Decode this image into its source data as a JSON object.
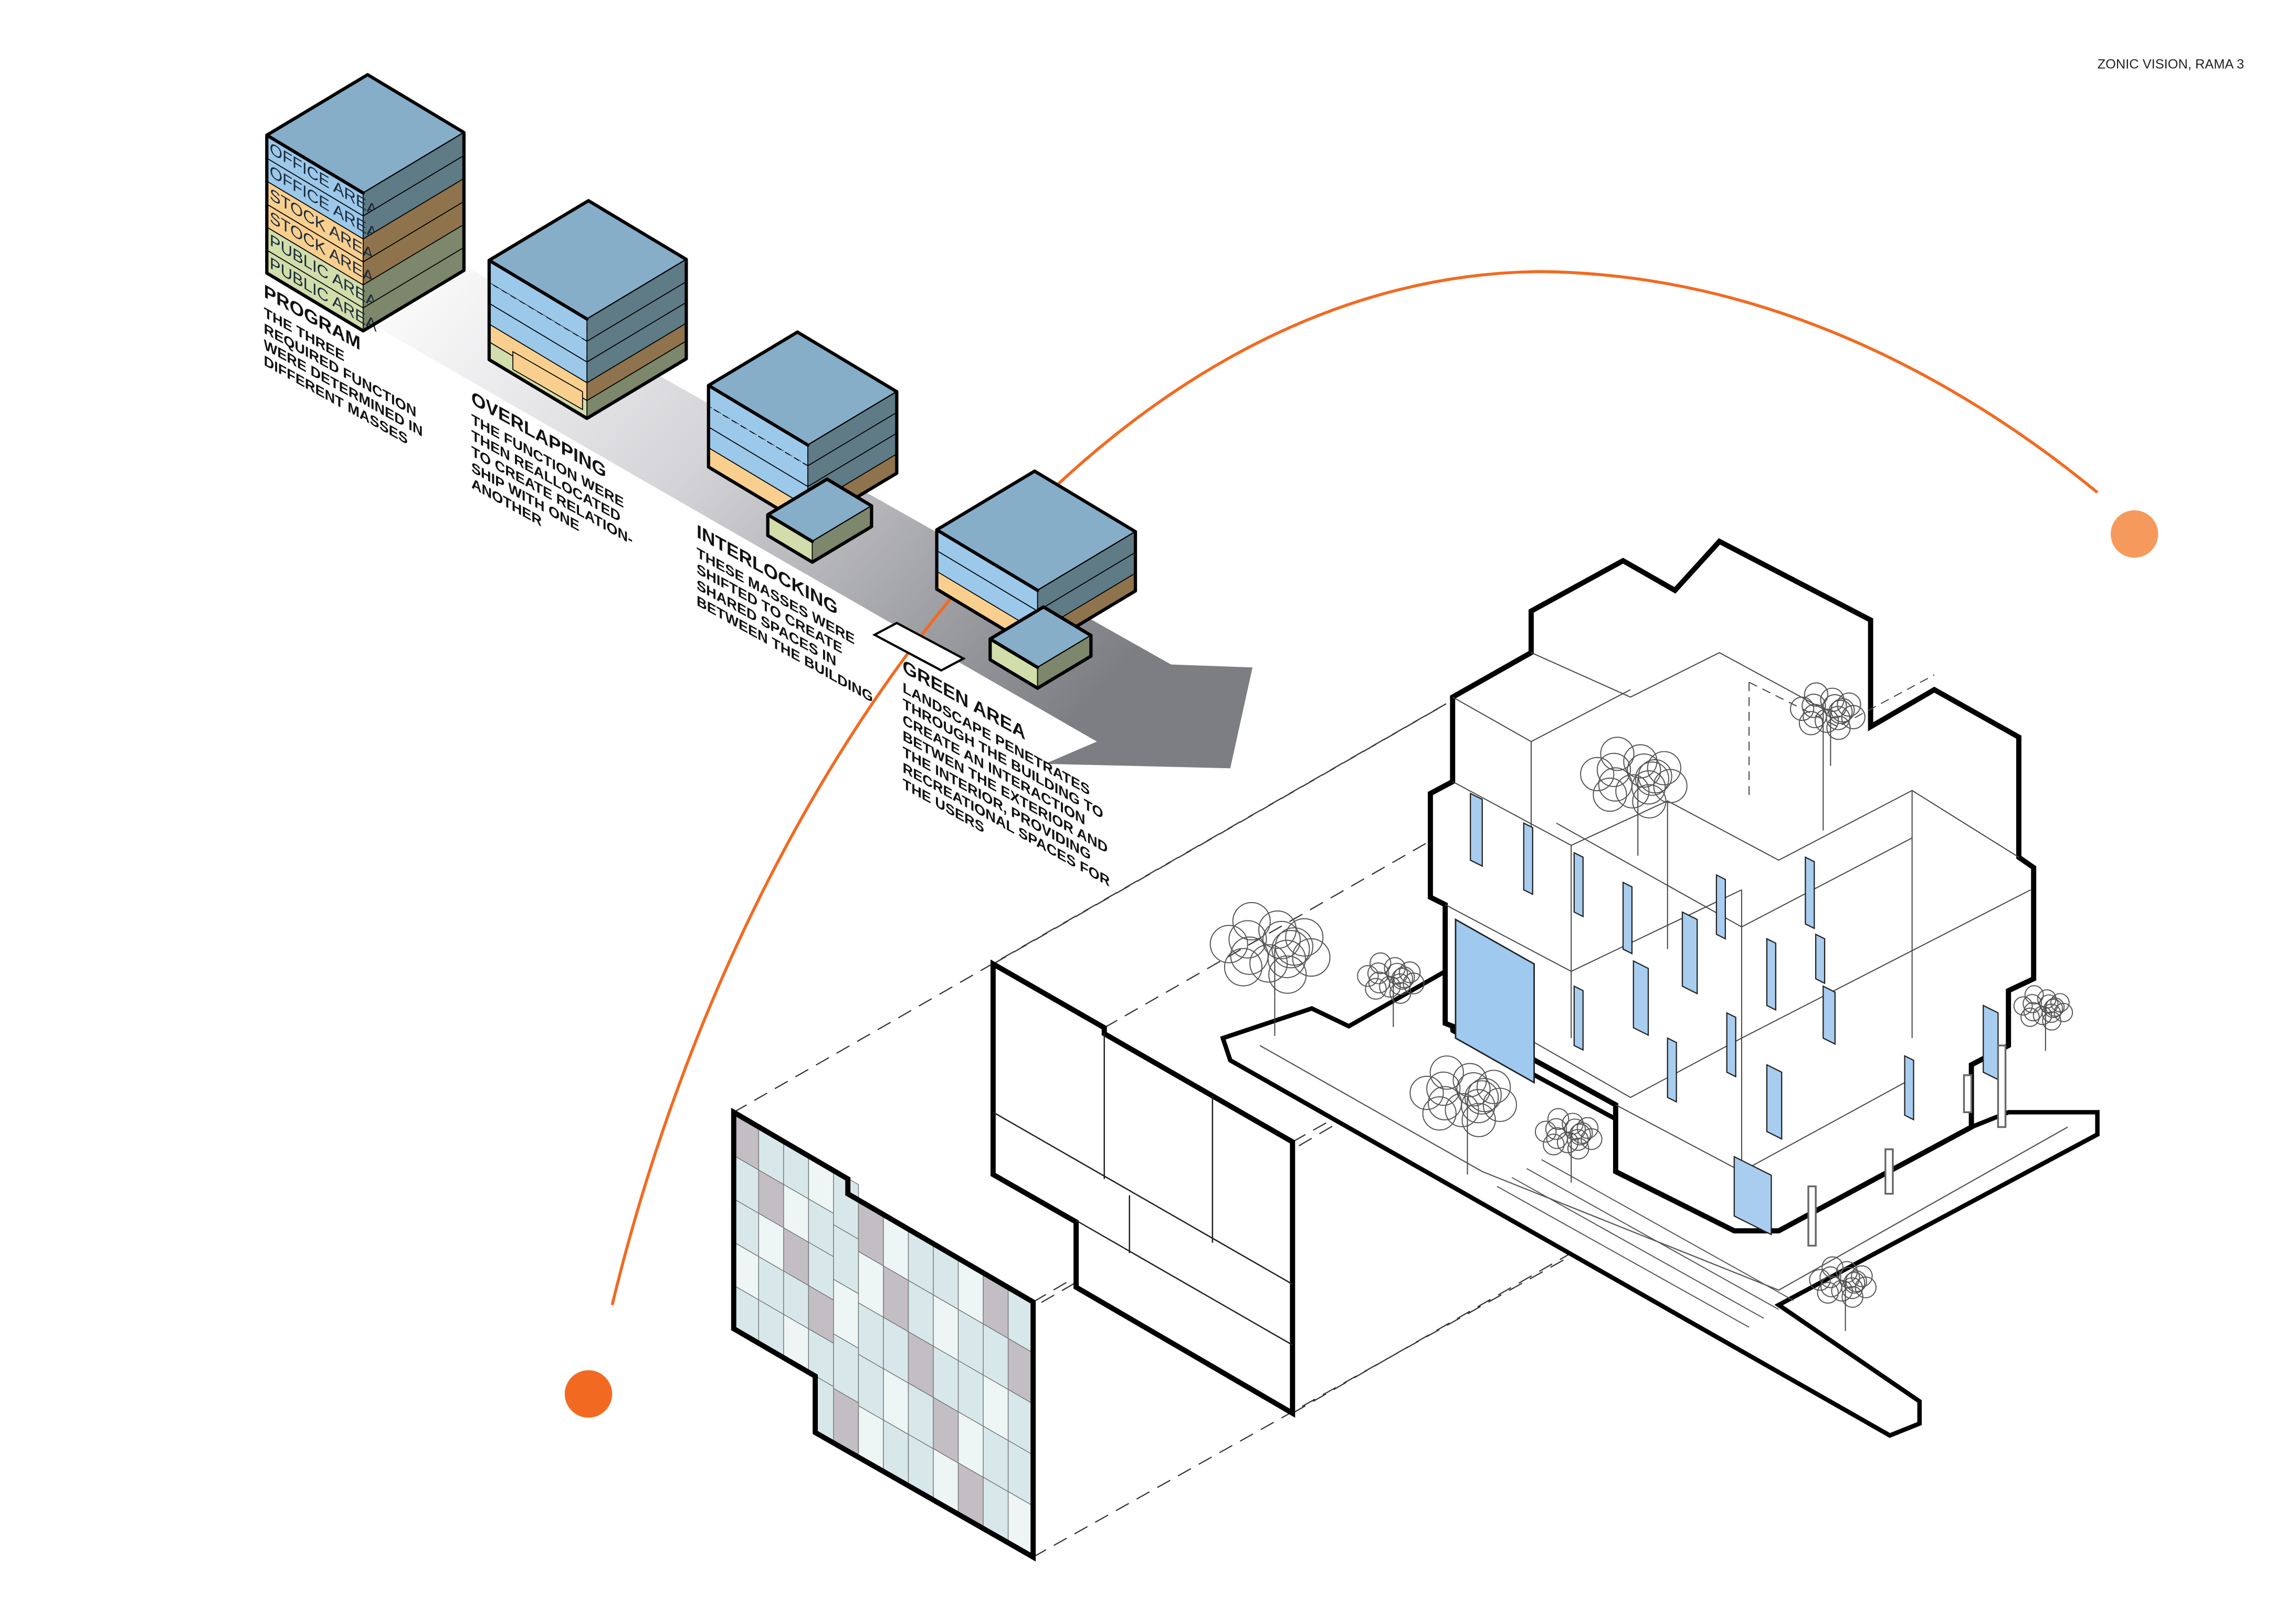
{
  "header": {
    "title": "ZONIC VISION, RAMA 3"
  },
  "colors": {
    "office_front": "#9cc8ea",
    "office_side": "#5f7b85",
    "top": "#87aec8",
    "stock_front": "#f9cf8f",
    "stock_side": "#8f734c",
    "public_front": "#d1ddab",
    "public_side": "#7c876b",
    "accent_orange": "#f26a21",
    "window_blue": "#a8cdef",
    "panel_gray": "#c3bec4",
    "panel_glass": "#d8e8ea"
  },
  "program_layers": [
    "OFFICE AREA",
    "OFFICE AREA",
    "STOCK AREA",
    "STOCK AREA",
    "PUBLIC AREA",
    "PUBLIC AREA"
  ],
  "captions": [
    {
      "title": "PROGRAM",
      "lines": [
        "THE THREE",
        "REQUIRED FUNCTION",
        "WERE DETERMINED IN",
        "DIFFERENT MASSES"
      ]
    },
    {
      "title": "OVERLAPPING",
      "lines": [
        "THE FUNCTION WERE",
        "THEN  REALLOCATED",
        "TO CREATE RELATION-",
        "SHIP WITH ONE",
        "ANOTHER"
      ]
    },
    {
      "title": "INTERLOCKING",
      "lines": [
        "THESE MASSES  WERE",
        "SHIFTED TO CREATE",
        "SHARED SPACES IN",
        "BETWEEN THE BUILDING"
      ]
    },
    {
      "title": "GREEN AREA",
      "lines": [
        "LANDSCAPE PENETRATES",
        "THROUGH THE BUILDING TO",
        "CREATE AN INTERACTION",
        "BETWEN THE EXTERIOR AND",
        "THE INTERIOR, PROVIDING",
        "RECREATIONAL SPACES FOR",
        "THE USERS"
      ]
    }
  ]
}
